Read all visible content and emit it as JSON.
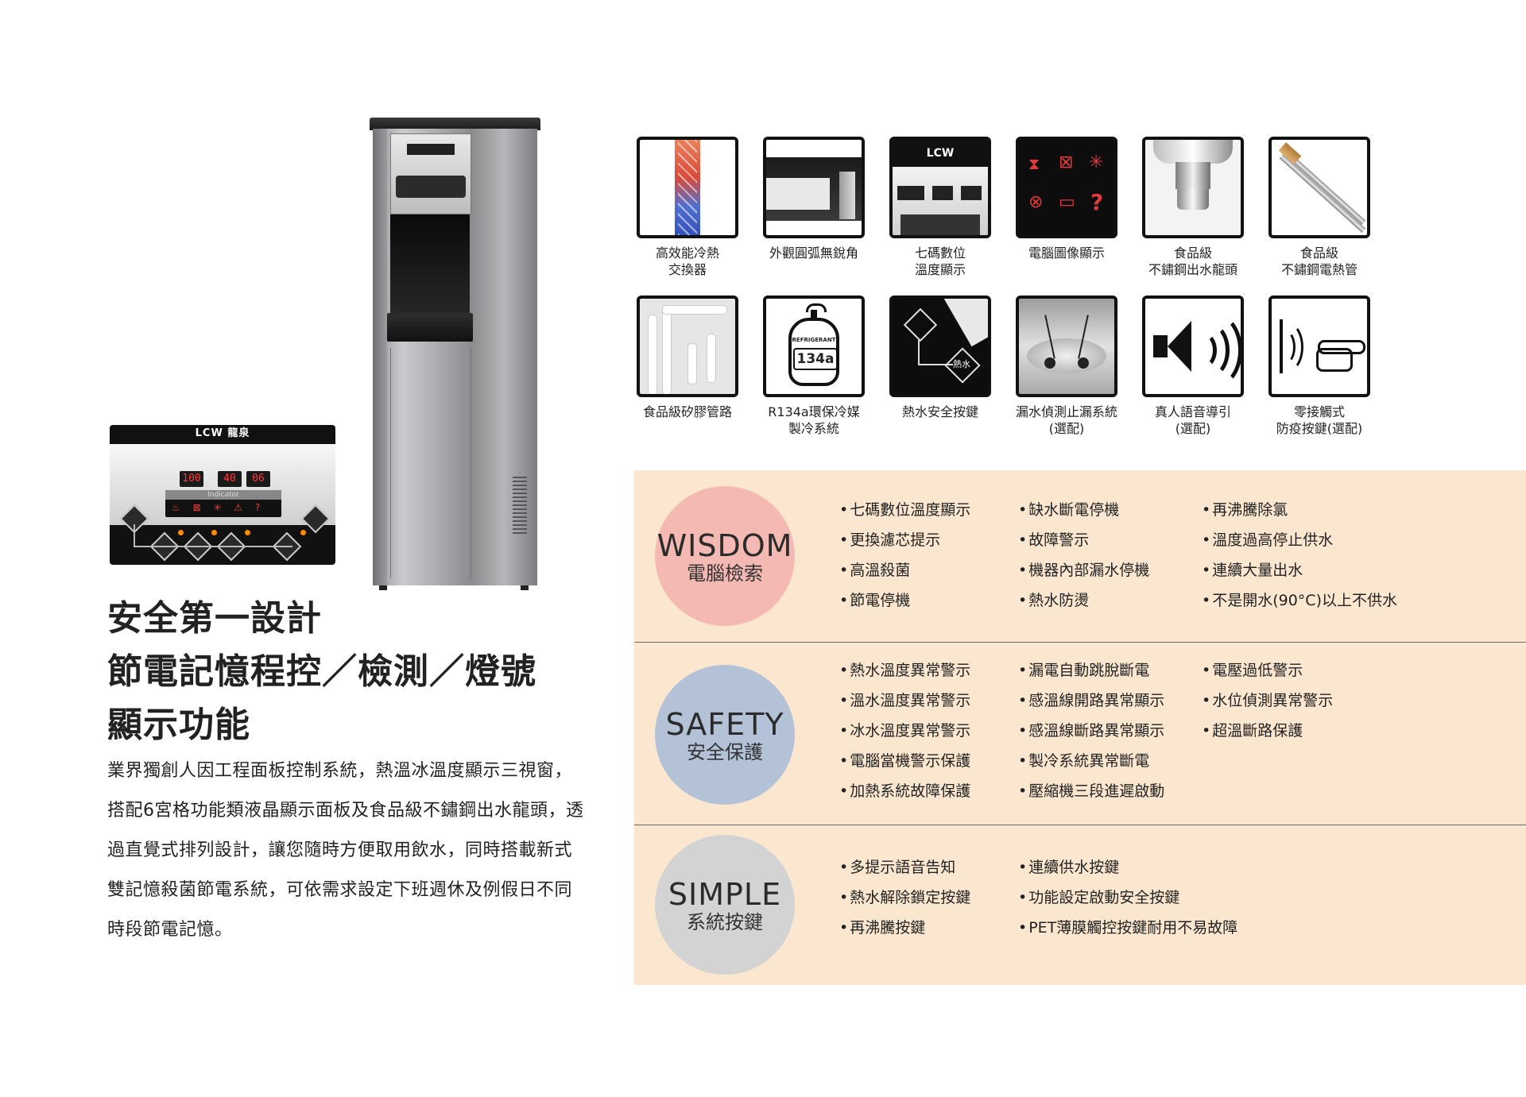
{
  "control_panel": {
    "brand": "LCW 龍泉",
    "leds": [
      "100",
      "40",
      "06"
    ],
    "indicator_label": "Indicator",
    "indicator_symbols": "♨ ⊠ ✳ ⚠ ?"
  },
  "headline": {
    "lines": [
      "安全第一設計",
      "節電記憶程控／檢測／燈號",
      "顯示功能"
    ]
  },
  "intro": "業界獨創人因工程面板控制系統，熱溫冰溫度顯示三視窗，搭配6宮格功能類液晶顯示面板及食品級不鏽鋼出水龍頭，透過直覺式排列設計，讓您隨時方便取用飲水，同時搭載新式雙記憶殺菌節電系統，可依需求設定下班週休及例假日不同時段節電記憶。",
  "features": [
    {
      "lines": [
        "高效能冷熱",
        "交換器"
      ],
      "icon": "heat-exchanger-icon"
    },
    {
      "lines": [
        "外觀圓弧無銳角"
      ],
      "icon": "rounded-corner-icon"
    },
    {
      "lines": [
        "七碼數位",
        "溫度顯示"
      ],
      "icon": "digital-display-icon"
    },
    {
      "lines": [
        "電腦圖像顯示"
      ],
      "icon": "computer-graphic-icon"
    },
    {
      "lines": [
        "食品級",
        "不鏽鋼出水龍頭"
      ],
      "icon": "faucet-icon"
    },
    {
      "lines": [
        "食品級",
        "不鏽鋼電熱管"
      ],
      "icon": "heating-tube-icon"
    },
    {
      "lines": [
        "食品級矽膠管路"
      ],
      "icon": "silicone-tube-icon"
    },
    {
      "lines": [
        "R134a環保冷媒",
        "製冷系統"
      ],
      "icon": "refrigerant-icon",
      "badge_top": "REFRIGERANT",
      "badge_value": "134a"
    },
    {
      "lines": [
        "熱水安全按鍵"
      ],
      "icon": "hot-water-key-icon",
      "key_label": "熱水"
    },
    {
      "lines": [
        "漏水偵測止漏系統",
        "(選配)"
      ],
      "icon": "leak-sensor-icon"
    },
    {
      "lines": [
        "真人語音導引",
        "(選配)"
      ],
      "icon": "speaker-icon"
    },
    {
      "lines": [
        "零接觸式",
        "防疫按鍵(選配)"
      ],
      "icon": "touchless-hand-icon"
    }
  ],
  "categories": [
    {
      "en": "WISDOM",
      "zh": "電腦檢索",
      "color": "#f4b9b2",
      "columns": [
        [
          "七碼數位溫度顯示",
          "更換濾芯提示",
          "高溫殺菌",
          "節電停機"
        ],
        [
          "缺水斷電停機",
          "故障警示",
          "機器內部漏水停機",
          "熱水防燙"
        ],
        [
          "再沸騰除氯",
          "溫度過高停止供水",
          "連續大量出水",
          "不是開水(90°C)以上不供水"
        ]
      ]
    },
    {
      "en": "SAFETY",
      "zh": "安全保護",
      "color": "#b3c2d6",
      "columns": [
        [
          "熱水溫度異常警示",
          "溫水溫度異常警示",
          "冰水溫度異常警示",
          "電腦當機警示保護",
          "加熱系統故障保護"
        ],
        [
          "漏電自動跳脫斷電",
          "感溫線開路異常顯示",
          "感溫線斷路異常顯示",
          "製冷系統異常斷電",
          "壓縮機三段進遲啟動"
        ],
        [
          "電壓過低警示",
          "水位偵測異常警示",
          "超溫斷路保護"
        ]
      ]
    },
    {
      "en": "SIMPLE",
      "zh": "系統按鍵",
      "color": "#d3d3d3",
      "columns": [
        [
          "多提示語音告知",
          "熱水解除鎖定按鍵",
          "再沸騰按鍵"
        ],
        [
          "連續供水按鍵",
          "功能設定啟動安全按鍵",
          "PET薄膜觸控按鍵耐用不易故障"
        ],
        []
      ]
    }
  ]
}
